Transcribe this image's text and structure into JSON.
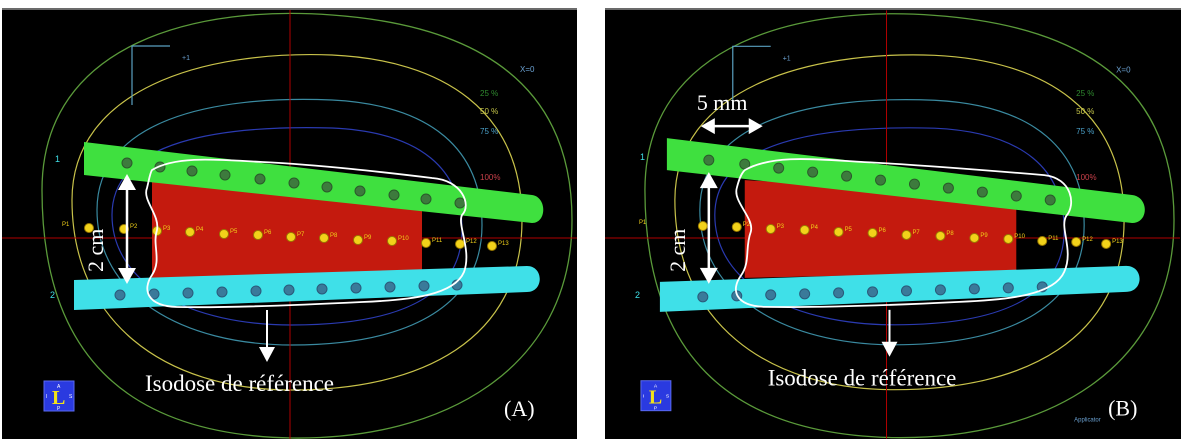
{
  "panels": [
    {
      "id": "A",
      "panel_label": "(A)",
      "isodose_caption": "Isodose de référence",
      "spacing_label": "2 cm",
      "levels": [
        "25 %",
        "50 %",
        "75 %",
        "100%"
      ],
      "level_colors": [
        "#2f8a2f",
        "#c9c94a",
        "#4aa0c8",
        "#c8404a"
      ],
      "axis_label": "X=0",
      "applicator_numbers": [
        "1",
        "2"
      ],
      "point_labels": [
        "P1",
        "P2",
        "P3",
        "P4",
        "P5",
        "P6",
        "P7",
        "P8",
        "P9",
        "P10",
        "P11",
        "P12",
        "P13"
      ],
      "orientation_cube": {
        "center": "L",
        "top": "A",
        "bottom": "P",
        "left": "I",
        "right": "S"
      },
      "footer_tag": ""
    },
    {
      "id": "B",
      "panel_label": "(B)",
      "isodose_caption": "Isodose de référence",
      "spacing_label": "2 cm",
      "offset_label": "5 mm",
      "levels": [
        "25 %",
        "50 %",
        "75 %",
        "100%"
      ],
      "level_colors": [
        "#2f8a2f",
        "#c9c94a",
        "#4aa0c8",
        "#c8404a"
      ],
      "axis_label": "X=0",
      "applicator_numbers": [
        "1",
        "2"
      ],
      "point_labels": [
        "P1",
        "P2",
        "P3",
        "P4",
        "P5",
        "P6",
        "P7",
        "P8",
        "P9",
        "P10",
        "P11",
        "P12",
        "P13"
      ],
      "orientation_cube": {
        "center": "L",
        "top": "A",
        "bottom": "P",
        "left": "I",
        "right": "S"
      },
      "footer_tag": "Applicator"
    }
  ],
  "colors": {
    "background": "#000000",
    "green_applicator": "#3fe03f",
    "cyan_applicator": "#3fe0e8",
    "target_volume": "#c41a0e",
    "source_dot": "#2f6b6b",
    "point_dot": "#f2d21a",
    "crosshair": "#b00000",
    "isodose_line": "#ffffff",
    "outer_isodose": "#5a9a3a",
    "yellow_isodose": "#c8c24a"
  }
}
